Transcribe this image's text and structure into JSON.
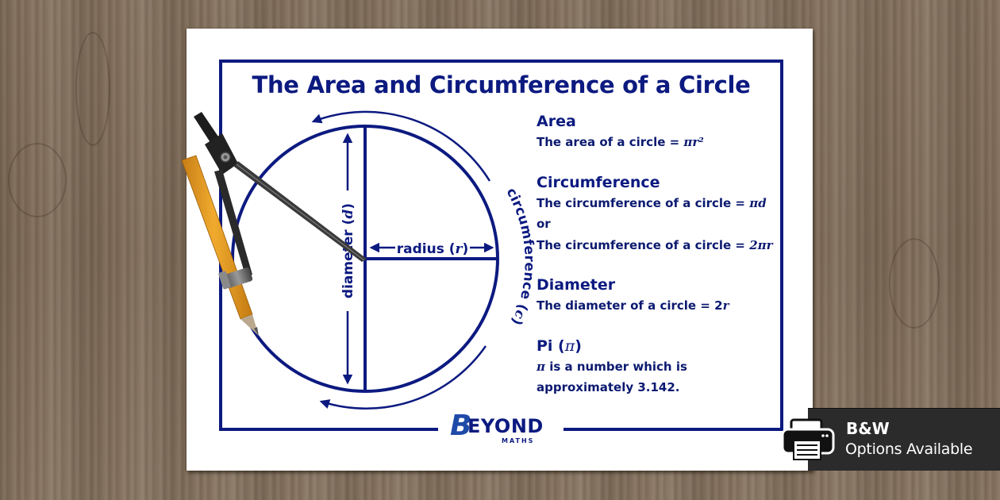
{
  "poster": {
    "title": "The Area and Circumference of a Circle",
    "background": "wood-table",
    "colors": {
      "navy": "#0c1a80",
      "paper": "#ffffff",
      "badge": "#2b2b2b",
      "logo_accent": "#1e4aa8"
    }
  },
  "diagram": {
    "labels": {
      "radius": "radius (",
      "radius_var": "r",
      "radius_close": ")",
      "diameter": "diameter (",
      "diameter_var": "d",
      "diameter_close": ")",
      "circumference": "circumference (",
      "circumference_var": "c",
      "circumference_close": ")"
    },
    "props": [
      "compass",
      "pencil"
    ]
  },
  "info": {
    "sections": [
      {
        "heading": "Area",
        "lines": [
          {
            "text": "The area of a circle = ",
            "formula": "πr²"
          }
        ]
      },
      {
        "heading": "Circumference",
        "lines": [
          {
            "text": "The circumference of a circle = ",
            "formula": "πd"
          },
          {
            "text": "or",
            "formula": ""
          },
          {
            "text": "The circumference of a circle = ",
            "formula": "2πr"
          }
        ]
      },
      {
        "heading": "Diameter",
        "lines": [
          {
            "text": "The diameter of a circle = 2",
            "formula": "r"
          }
        ]
      },
      {
        "heading_text": "Pi (",
        "heading_var": "π",
        "heading_close": ")",
        "lines": [
          {
            "formula": "π",
            "text": " is a number which is"
          },
          {
            "text": "approximately 3.142.",
            "formula": ""
          }
        ]
      }
    ]
  },
  "logo": {
    "initial": "B",
    "word": "EYOND",
    "sub": "MATHS"
  },
  "badge": {
    "icon": "printer-icon",
    "title": "B&W",
    "subtitle": "Options Available"
  }
}
